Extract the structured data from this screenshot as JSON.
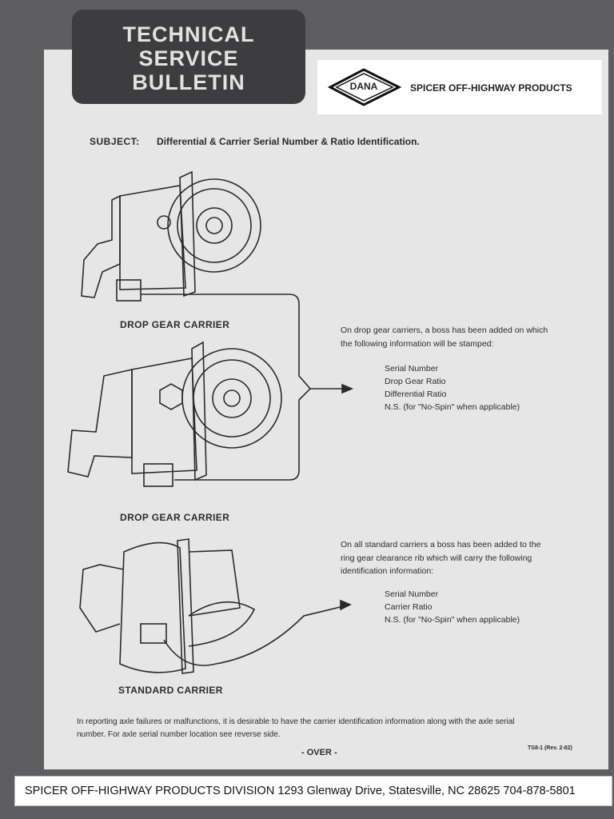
{
  "header": {
    "title_lines": [
      "TECHNICAL",
      "SERVICE",
      "BULLETIN"
    ],
    "logo_brand": "DANA",
    "logo_division": "SPICER OFF-HIGHWAY PRODUCTS"
  },
  "subject": {
    "label": "SUBJECT:",
    "text": "Differential & Carrier Serial Number & Ratio Identification."
  },
  "figures": {
    "caption_top": "DROP GEAR CARRIER",
    "caption_middle": "DROP GEAR CARRIER",
    "caption_bottom": "STANDARD CARRIER"
  },
  "drop_gear_note": {
    "intro_line1": "On drop gear carriers, a boss has been added on which",
    "intro_line2": "the following information will be stamped:",
    "items": [
      "Serial Number",
      "Drop Gear Ratio",
      "Differential Ratio",
      "N.S. (for \"No-Spin\" when applicable)"
    ]
  },
  "standard_note": {
    "intro_line1": "On all standard carriers a boss has been added to the",
    "intro_line2": "ring gear clearance rib which will carry the following",
    "intro_line3": "identification information:",
    "items": [
      "Serial Number",
      "Carrier Ratio",
      "N.S. (for \"No-Spin\" when applicable)"
    ]
  },
  "footer_note": {
    "line1": "In reporting axle failures or malfunctions, it is desirable to have the carrier identification information along with the axle serial",
    "line2": "number. For axle serial number location see reverse side."
  },
  "over_label": "- OVER -",
  "form_number": "TS8-1 (Rev. 2-82)",
  "address_bar": {
    "text": "SPICER OFF-HIGHWAY PRODUCTS DIVISION  1293 Glenway Drive, Statesville, NC 28625    704-878-5801"
  }
}
